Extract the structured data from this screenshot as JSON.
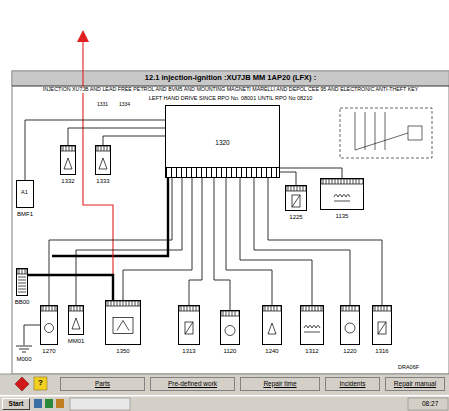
{
  "diagram": {
    "title": "12.1 injection-ignition :XU7JB MM 1AP20 (LFX) :",
    "nodes": [
      {
        "text": [
          "1320"
        ]
      },
      {
        "text": [
          "1332"
        ]
      },
      {
        "text": [
          "1333"
        ]
      },
      {
        "text": [
          "BMF1"
        ]
      },
      {
        "text": [
          "1225"
        ]
      },
      {
        "text": [
          "1135"
        ]
      },
      {
        "text": [
          "BB00"
        ]
      },
      {
        "text": [
          "1270"
        ]
      },
      {
        "text": [
          "MM01"
        ]
      },
      {
        "text": [
          "1350"
        ]
      },
      {
        "text": [
          "1313"
        ]
      },
      {
        "text": [
          "1120"
        ]
      },
      {
        "text": [
          "1240"
        ]
      },
      {
        "text": [
          "1312"
        ]
      },
      {
        "text": [
          "1220"
        ]
      },
      {
        "text": [
          "1316"
        ]
      },
      {
        "text": [
          "M000"
        ]
      },
      {
        "text": [
          "Parts"
        ]
      },
      {
        "text": [
          "Pre-defined work"
        ]
      },
      {
        "text": [
          "Repair time"
        ]
      },
      {
        "text": [
          "Incidents"
        ]
      },
      {
        "text": [
          "Repair manual"
        ]
      },
      {
        "text": [
          "Start"
        ]
      }
    ],
    "edges": [
      {
        "from": 1,
        "to": 0,
        "arrow": "none"
      },
      {
        "from": 2,
        "to": 0,
        "arrow": "none"
      },
      {
        "from": 3,
        "to": 0,
        "arrow": "none"
      },
      {
        "from": 4,
        "to": 0,
        "arrow": "none"
      },
      {
        "from": 5,
        "to": 0,
        "arrow": "none"
      },
      {
        "from": 7,
        "to": 0,
        "arrow": "none"
      },
      {
        "from": 8,
        "to": 0,
        "arrow": "none"
      },
      {
        "from": 9,
        "to": 0,
        "arrow": "none"
      },
      {
        "from": 10,
        "to": 0,
        "arrow": "none"
      },
      {
        "from": 11,
        "to": 0,
        "arrow": "none"
      },
      {
        "from": 12,
        "to": 0,
        "arrow": "none"
      },
      {
        "from": 13,
        "to": 0,
        "arrow": "none"
      },
      {
        "from": 14,
        "to": 0,
        "arrow": "none"
      },
      {
        "from": 15,
        "to": 0,
        "arrow": "none"
      },
      {
        "from": 6,
        "to": 9,
        "arrow": "none"
      },
      {
        "from": 7,
        "to": 16,
        "arrow": "none"
      }
    ],
    "labels": [
      "INJECTION XU7JB AND LEAD FREE PETROL AND BVM5 AND MOUNTING MAGNETI MARELLI AND DEPOL CEE 95 AND ELECTRONIC ANTI-THEFT KEY",
      "LEFT HAND DRIVE SINCE RPO No. 08001 UNTIL RPO No 08210",
      "1331",
      "1334",
      "A1",
      "DRA06F",
      "08:27",
      "?"
    ]
  }
}
